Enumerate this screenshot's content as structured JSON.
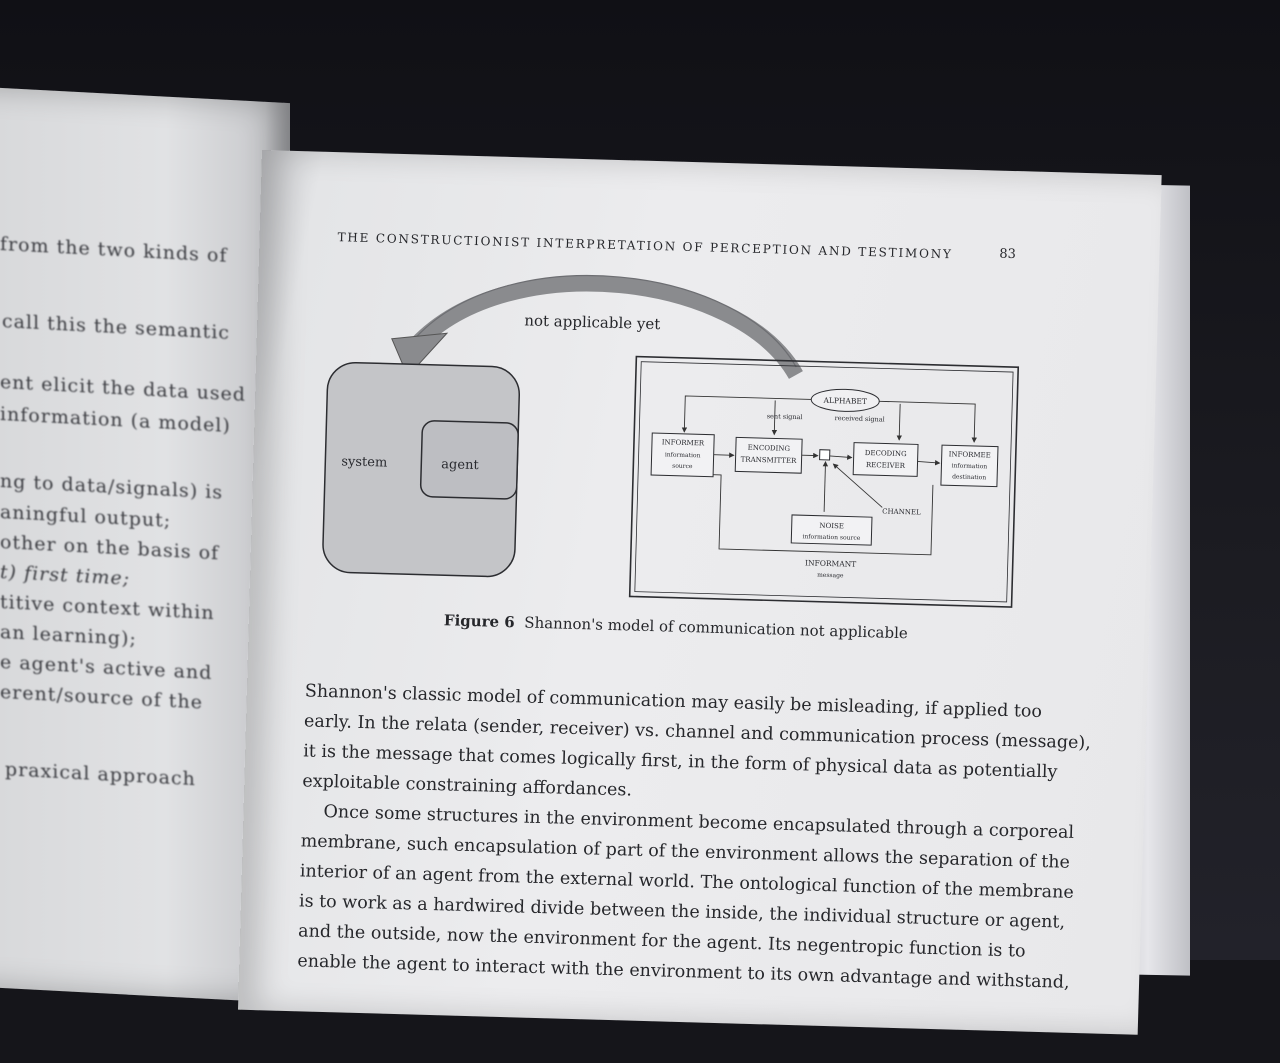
{
  "left_page": {
    "lines": [
      "from the two kinds of",
      "call this the semantic",
      "ent elicit the data used",
      "information (a model)",
      "ng to data/signals) is",
      "aningful output;",
      "other on the basis of",
      "t) first time;",
      "titive context within",
      "an learning);",
      "e agent's active and",
      "erent/source of the",
      "praxical approach"
    ]
  },
  "right_page": {
    "running_header": "THE CONSTRUCTIONIST INTERPRETATION OF PERCEPTION AND TESTIMONY",
    "page_number": "83",
    "figure": {
      "arrow_label": "not applicable yet",
      "system_label": "system",
      "agent_label": "agent",
      "alphabet": "ALPHABET",
      "sent_signal": "sent signal",
      "received_signal": "received signal",
      "informer": "INFORMER",
      "informer_sub1": "information",
      "informer_sub2": "source",
      "encoding": "ENCODING",
      "transmitter": "TRANSMITTER",
      "decoding": "DECODING",
      "receiver": "RECEIVER",
      "informee": "INFORMEE",
      "informee_sub1": "information",
      "informee_sub2": "destination",
      "channel": "CHANNEL",
      "noise": "NOISE",
      "noise_sub": "information source",
      "informant": "INFORMANT",
      "informant_sub": "message",
      "caption_num": "Figure 6",
      "caption_text": "Shannon's model of communication not applicable"
    },
    "body_lines": [
      "Shannon's classic model of communication may easily be misleading, if applied too",
      "early. In the relata (sender, receiver) vs. channel and communication process (message),",
      "it is the message that comes logically first, in the form of physical data as potentially",
      "exploitable constraining affordances.",
      "Once some structures in the environment become encapsulated through a corporeal",
      "membrane, such encapsulation of part of the environment allows the separation of the",
      "interior of an agent from the external world. The ontological function of the membrane",
      "is to work as a hardwired divide between the inside, the individual structure or agent,",
      "and the outside, now the environment for the agent. Its negentropic function is to",
      "enable the agent to interact with the environment to its own advantage and withstand,"
    ]
  }
}
